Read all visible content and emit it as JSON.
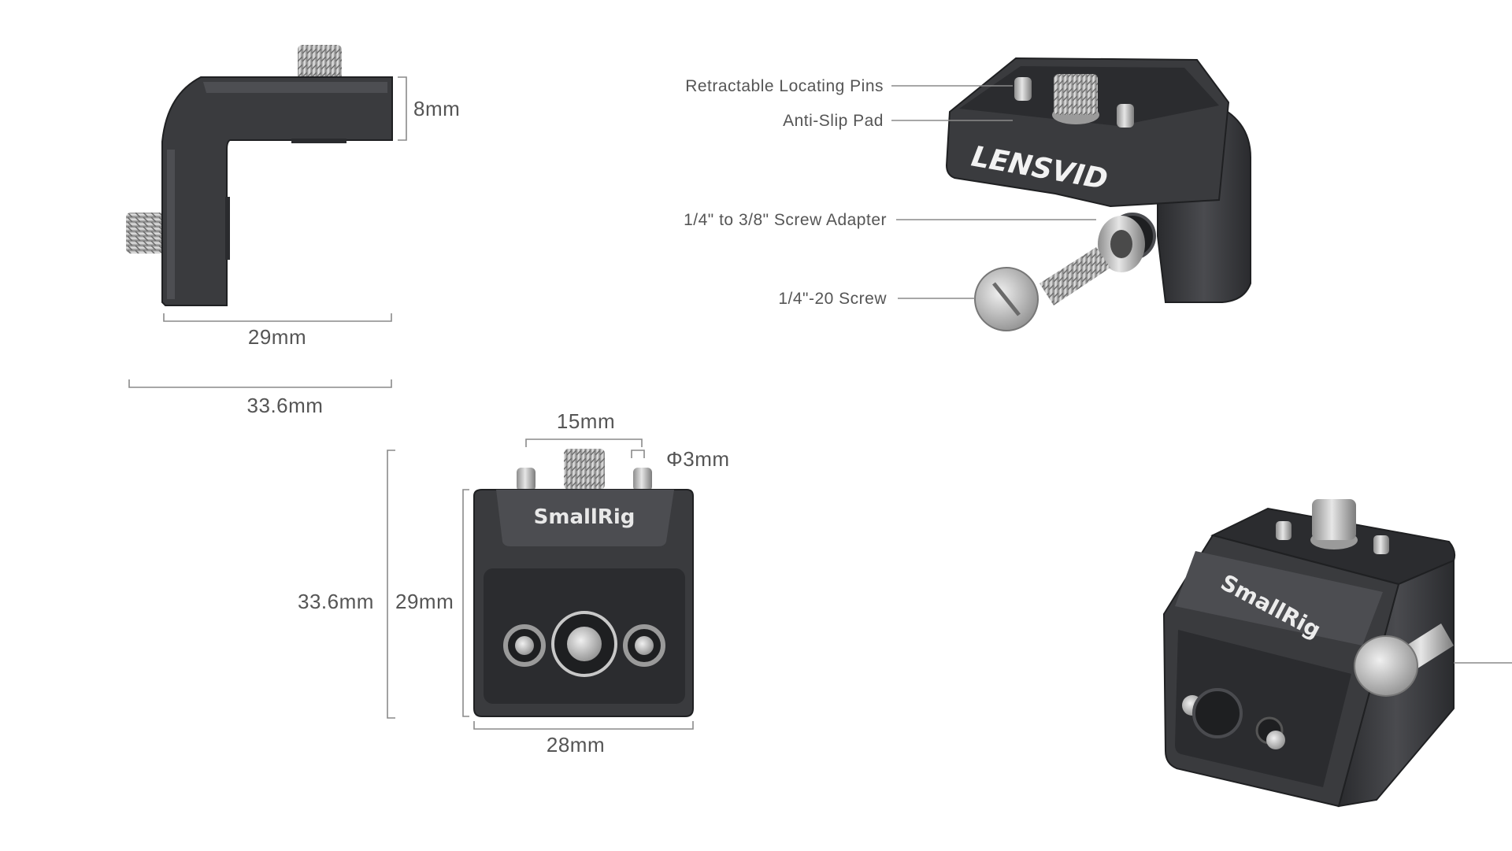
{
  "callouts": {
    "locating_pins": "Retractable Locating Pins",
    "anti_slip": "Anti-Slip Pad",
    "screw_adapter": "1/4\" to 3/8\" Screw Adapter",
    "screw": "1/4\"-20 Screw"
  },
  "dimensions": {
    "side_height": "8mm",
    "side_inner_width": "29mm",
    "side_total_width": "33.6mm",
    "pin_spacing": "15mm",
    "pin_diameter": "Φ3mm",
    "front_total_height": "33.6mm",
    "front_inner_height": "29mm",
    "front_width": "28mm"
  },
  "brands": {
    "top_product": "LENSVID",
    "front_product": "SmallRig",
    "iso_product": "SmallRig"
  },
  "colors": {
    "body": "#3a3b3e",
    "body_dark": "#26272a",
    "metal": "#b8b8b8",
    "line": "#8a8a8a",
    "text": "#555555"
  }
}
